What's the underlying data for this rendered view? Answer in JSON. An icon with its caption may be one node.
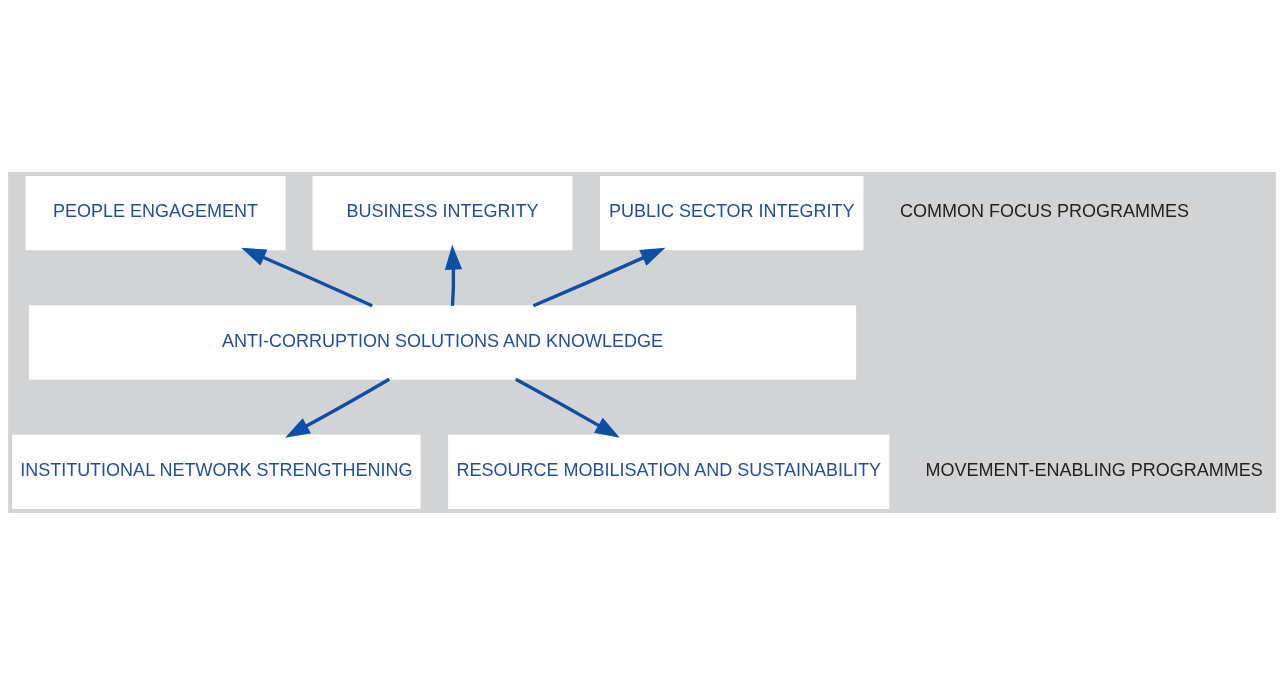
{
  "diagram": {
    "nodes": [
      {
        "text": [
          "PEOPLE ENGAGEMENT"
        ]
      },
      {
        "text": [
          "BUSINESS INTEGRITY"
        ]
      },
      {
        "text": [
          "PUBLIC SECTOR INTEGRITY"
        ]
      },
      {
        "text": [
          "ANTI-CORRUPTION SOLUTIONS AND KNOWLEDGE"
        ]
      },
      {
        "text": [
          "INSTITUTIONAL NETWORK STRENGTHENING"
        ]
      },
      {
        "text": [
          "RESOURCE MOBILISATION AND SUSTAINABILITY"
        ]
      }
    ],
    "edges": [
      {
        "from": 3,
        "to": 0,
        "arrow": "to"
      },
      {
        "from": 3,
        "to": 1,
        "arrow": "to"
      },
      {
        "from": 3,
        "to": 2,
        "arrow": "to"
      },
      {
        "from": 3,
        "to": 4,
        "arrow": "to"
      },
      {
        "from": 3,
        "to": 5,
        "arrow": "to"
      }
    ],
    "labels": [
      "COMMON FOCUS PROGRAMMES",
      "MOVEMENT-ENABLING PROGRAMMES"
    ]
  }
}
